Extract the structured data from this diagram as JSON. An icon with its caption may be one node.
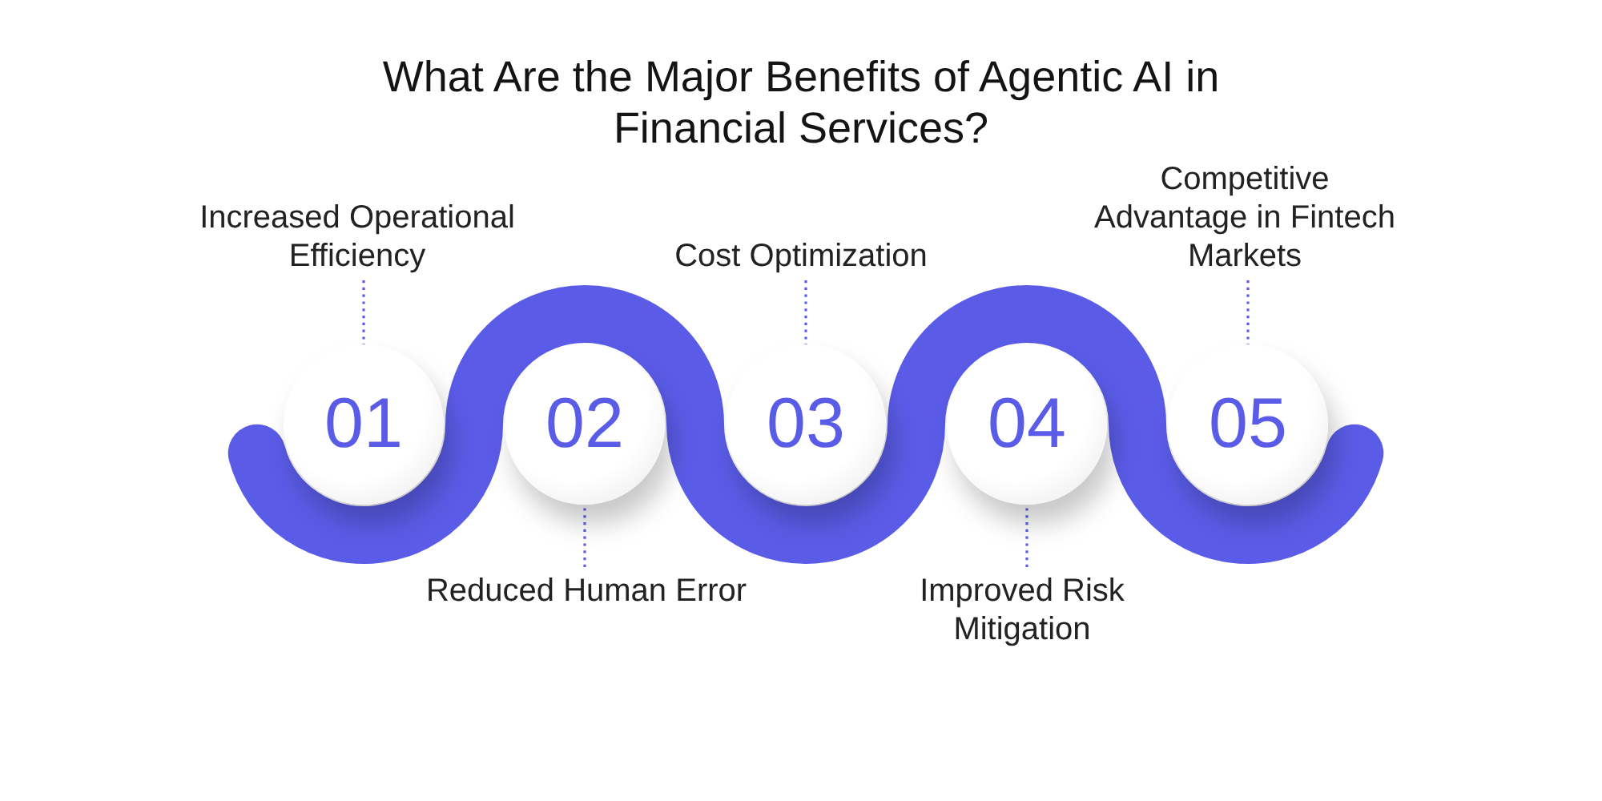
{
  "diagram": {
    "title": "What Are the Major Benefits of Agentic AI in Financial Services?",
    "nodes": [
      {
        "text": [
          "Increased Operational Efficiency"
        ]
      },
      {
        "text": [
          "01"
        ]
      },
      {
        "text": [
          "Reduced Human Error"
        ]
      },
      {
        "text": [
          "02"
        ]
      },
      {
        "text": [
          "Cost Optimization"
        ]
      },
      {
        "text": [
          "03"
        ]
      },
      {
        "text": [
          "Improved Risk Mitigation"
        ]
      },
      {
        "text": [
          "04"
        ]
      },
      {
        "text": [
          "Competitive Advantage in Fintech Markets"
        ]
      },
      {
        "text": [
          "05"
        ]
      }
    ],
    "edges": [
      {
        "from": 0,
        "to": 1,
        "arrow": "none",
        "style": "dashed"
      },
      {
        "from": 2,
        "to": 3,
        "arrow": "none",
        "style": "dashed"
      },
      {
        "from": 4,
        "to": 5,
        "arrow": "none",
        "style": "dashed"
      },
      {
        "from": 6,
        "to": 7,
        "arrow": "none",
        "style": "dashed"
      },
      {
        "from": 8,
        "to": 9,
        "arrow": "none",
        "style": "dashed"
      }
    ]
  }
}
